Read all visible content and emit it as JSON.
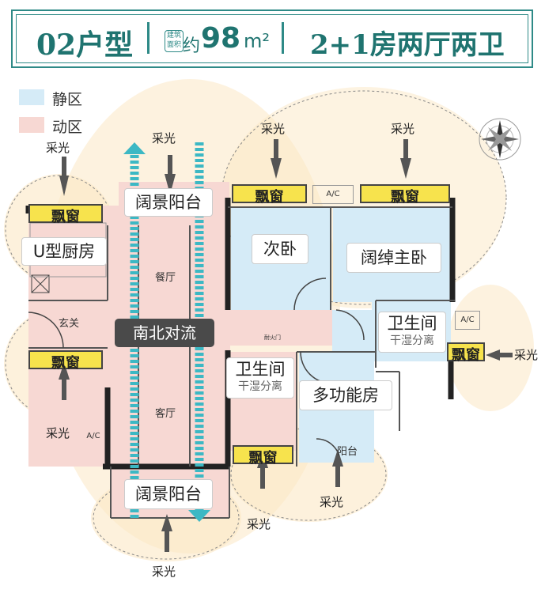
{
  "header": {
    "unit_type": "02户型",
    "area_badge": "建筑面积",
    "area_prefix": "约",
    "area_value": "98",
    "area_unit": "m²",
    "layout_desc": "2+1房两厅两卫"
  },
  "legend": [
    {
      "label": "静区",
      "color": "#d5ebf7"
    },
    {
      "label": "动区",
      "color": "#f7d8d3"
    }
  ],
  "colors": {
    "accent": "#2e8a87",
    "quiet_zone": "#d5ebf7",
    "active_zone": "#f7d8d3",
    "window": "#f7e34d",
    "airflow": "#3cb8c4",
    "sun_glow": "#fbe7c4"
  },
  "rooms": {
    "kitchen": "U型厨房",
    "entry": "玄关",
    "dining": "餐厅",
    "living": "客厅",
    "second_bedroom": "次卧",
    "master_bedroom": "阔绰主卧",
    "bathroom_1": "卫生间",
    "bathroom_1_sub": "干湿分离",
    "bathroom_2": "卫生间",
    "bathroom_2_sub": "干湿分离",
    "multi_room": "多功能房",
    "balcony_north": "阔景阳台",
    "balcony_south": "阔景阳台",
    "small_balcony": "阳台",
    "fire_door": "耐火门"
  },
  "features": {
    "airflow": "南北对流",
    "bay_window": "飘窗",
    "ac": "A/C",
    "daylight": "采光"
  },
  "icons": {
    "compass": "compass-icon",
    "arrow": "arrow-down-icon"
  }
}
